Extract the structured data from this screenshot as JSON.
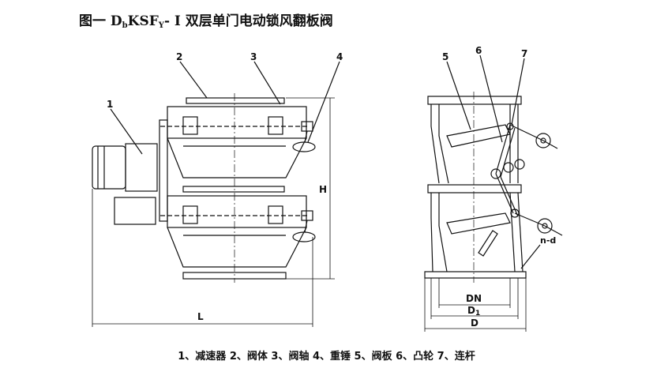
{
  "title": {
    "prefix": "图一  D",
    "sub1": "b",
    "mid": "KSF",
    "sub2": "Y",
    "suffix": "- I 双层单门电动锁风翻板阀"
  },
  "callouts": {
    "c1": "1",
    "c2": "2",
    "c3": "3",
    "c4": "4",
    "c5": "5",
    "c6": "6",
    "c7": "7"
  },
  "dimensions": {
    "height": "H",
    "length": "L",
    "dn": "DN",
    "d1": "D",
    "d1_sub": "1",
    "d": "D",
    "holes": "n-d"
  },
  "legend": "1、减速器  2、阀体  3、阀轴  4、重锤  5、阀板  6、凸轮  7、连杆"
}
